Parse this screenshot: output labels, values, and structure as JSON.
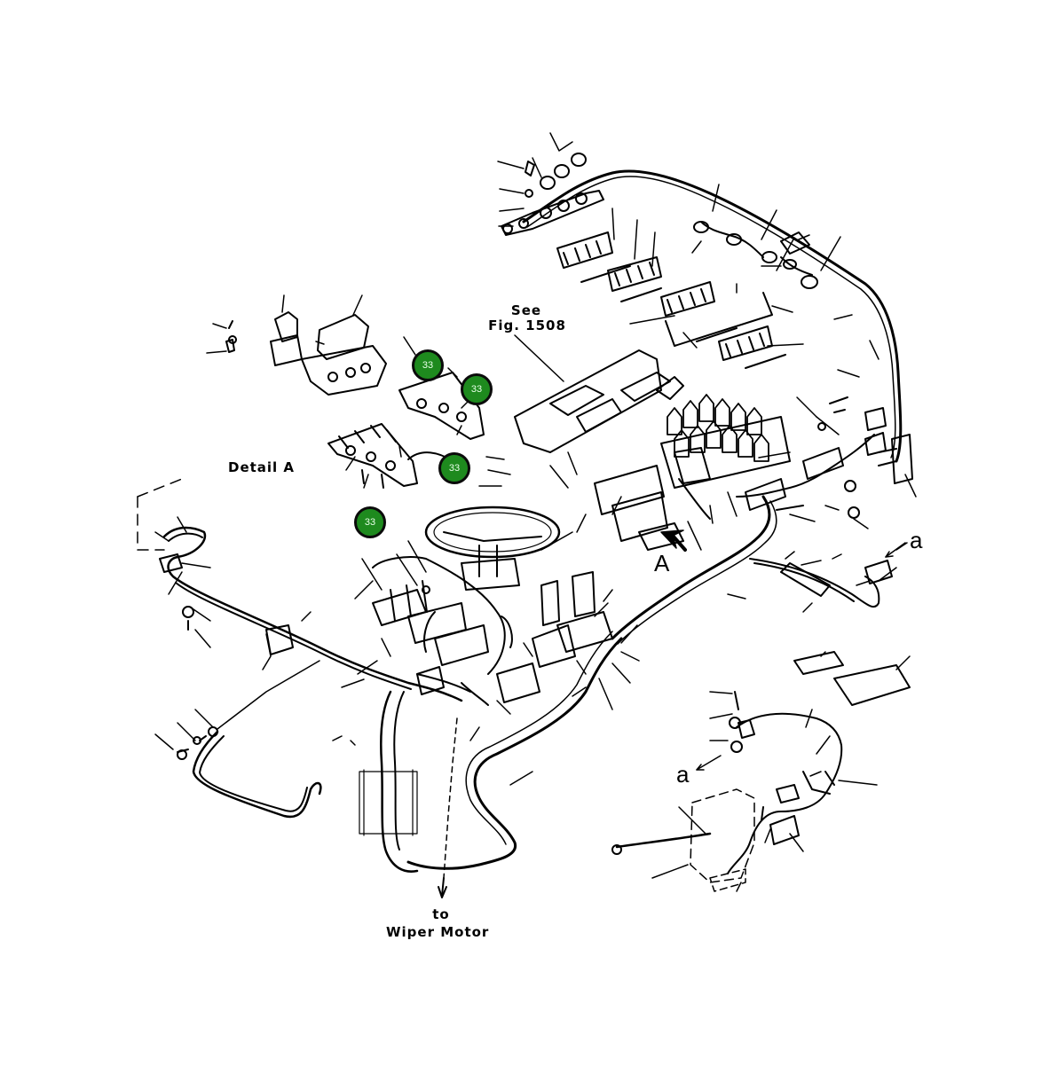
{
  "labels": {
    "see_ref_line1": "See",
    "see_ref_line2": "Fig. 1508",
    "detail": "Detail  A",
    "view_a": "A",
    "marker_a_right": "a",
    "marker_a_lower": "a",
    "to": "to",
    "wiper_motor": "Wiper Motor"
  },
  "callouts": [
    {
      "id": "callout-1",
      "text": "33"
    },
    {
      "id": "callout-2",
      "text": "33"
    },
    {
      "id": "callout-3",
      "text": "33"
    },
    {
      "id": "callout-4",
      "text": "33"
    }
  ],
  "colors": {
    "callout_fill": "#1e8a1e",
    "line": "#000000"
  }
}
